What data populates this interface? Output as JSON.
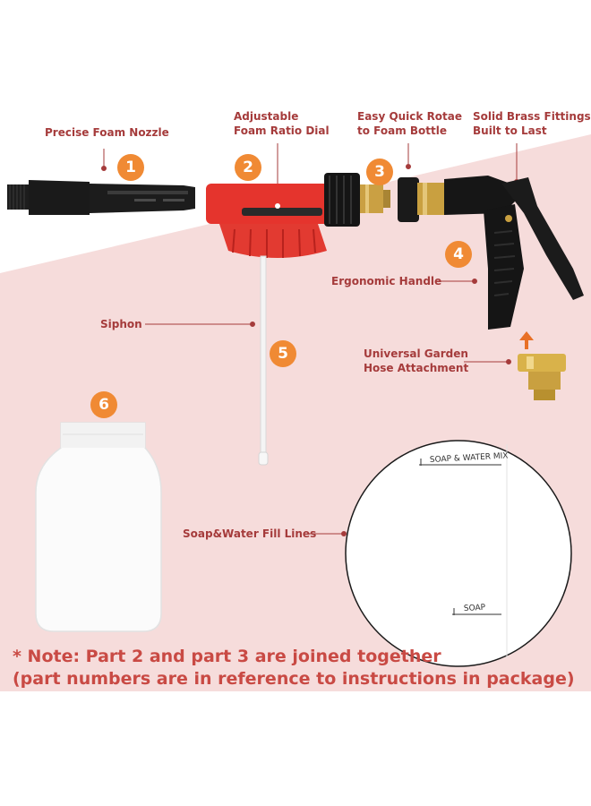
{
  "colors": {
    "accent_orange": "#f08a34",
    "label_red": "#a53b3b",
    "note_red": "#c94a44",
    "background_pink": "#f6dcdb"
  },
  "labels": {
    "nozzle": "Precise Foam Nozzle",
    "dial_line1": "Adjustable",
    "dial_line2": "Foam Ratio Dial",
    "quick_line1": "Easy Quick Rotae",
    "quick_line2": "to Foam Bottle",
    "brass_line1": "Solid Brass Fittings",
    "brass_line2": "Built to Last",
    "handle": "Ergonomic Handle",
    "siphon": "Siphon",
    "hose_line1": "Universal Garden",
    "hose_line2": "Hose Attachment",
    "fill_lines": "Soap&Water Fill Lines"
  },
  "badges": [
    "1",
    "2",
    "3",
    "4",
    "5",
    "6"
  ],
  "bottle_marks": {
    "top": "SOAP & WATER MIX",
    "bottom": "SOAP"
  },
  "note": {
    "line1": "* Note: Part 2 and part 3 are joined together",
    "line2": "(part numbers are in reference to instructions in package)"
  }
}
